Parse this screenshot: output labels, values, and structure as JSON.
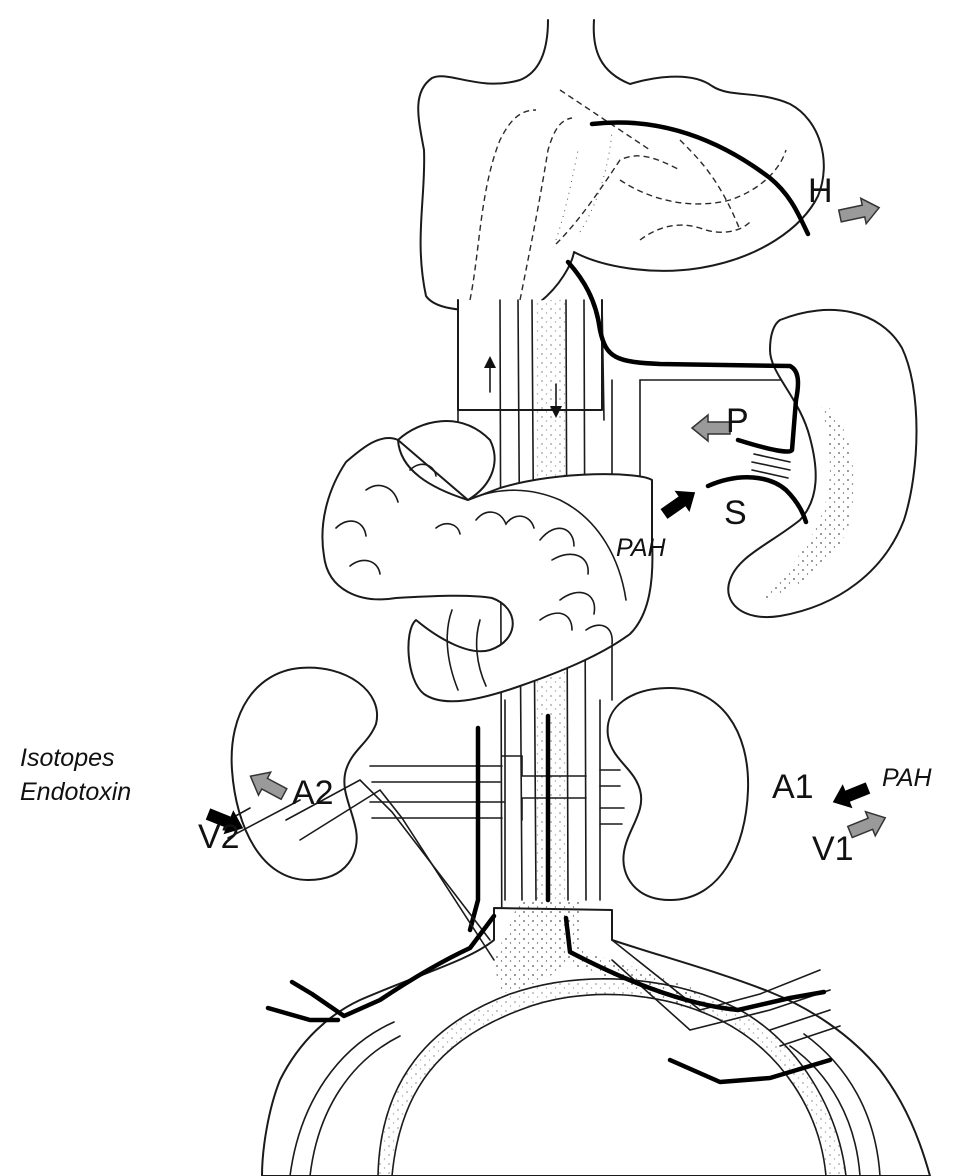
{
  "labels": {
    "H": "H",
    "P": "P",
    "S": "S",
    "PAH_portal": "PAH",
    "isotopes": "Isotopes",
    "endotoxin": "Endotoxin",
    "A2": "A2",
    "V2": "V2",
    "A1": "A1",
    "PAH_femoral": "PAH",
    "V1": "V1"
  },
  "colors": {
    "outline": "#1a1a1a",
    "catheter": "#000000",
    "infusion_arrow": "#000000",
    "sampling_arrow": "#9a9a9a"
  },
  "icons": {
    "infusion": "black-arrow-in",
    "sampling": "grey-arrow-out"
  }
}
